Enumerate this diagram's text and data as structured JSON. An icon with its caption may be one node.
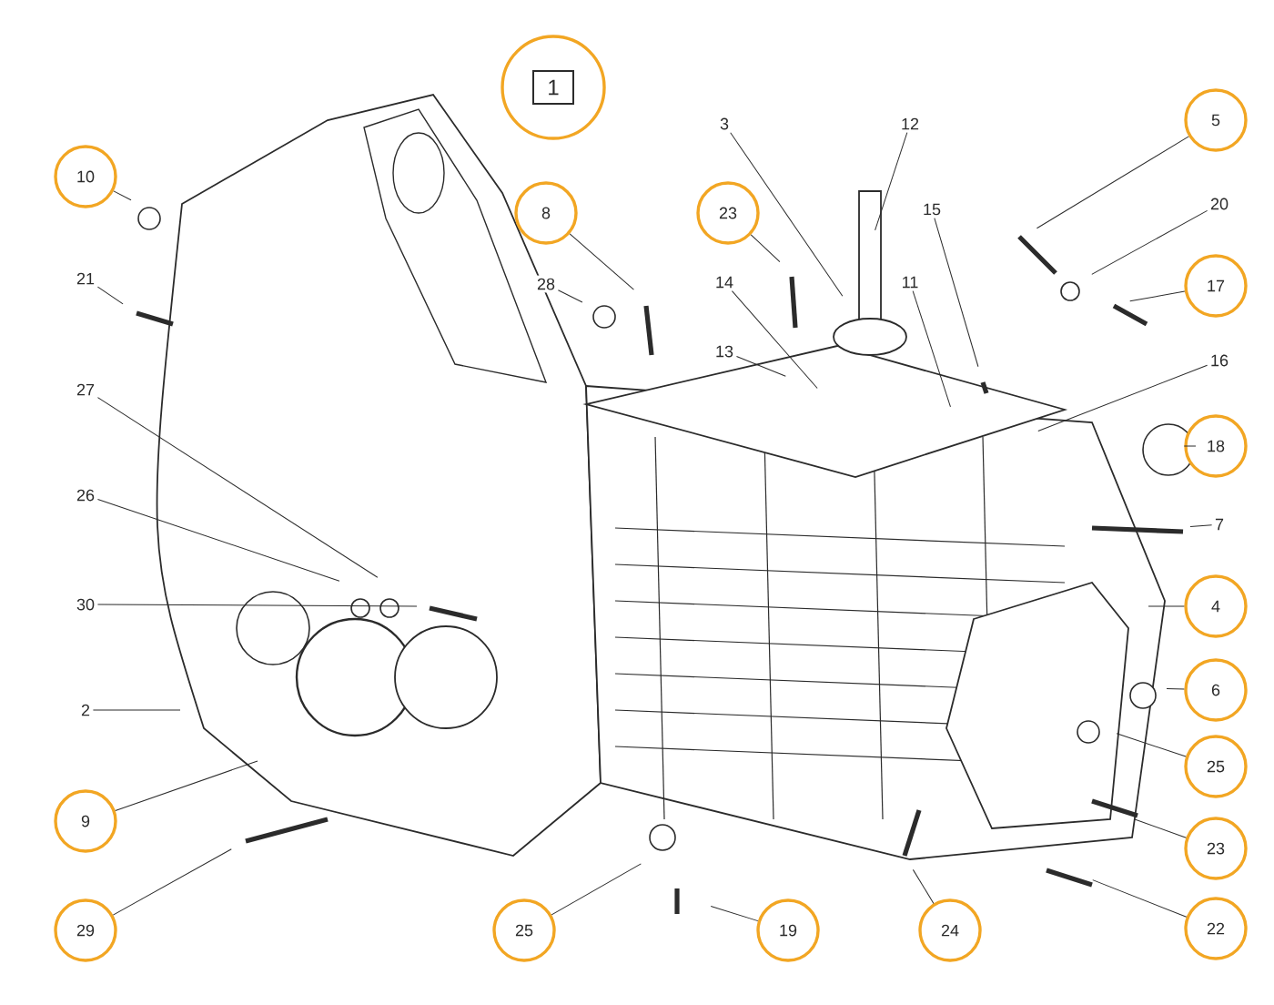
{
  "diagram": {
    "nodes": [
      {
        "text": [
          "1"
        ]
      },
      {
        "text": [
          "10"
        ]
      },
      {
        "text": [
          "21"
        ]
      },
      {
        "text": [
          "27"
        ]
      },
      {
        "text": [
          "26"
        ]
      },
      {
        "text": [
          "30"
        ]
      },
      {
        "text": [
          "2"
        ]
      },
      {
        "text": [
          "9"
        ]
      },
      {
        "text": [
          "29"
        ]
      },
      {
        "text": [
          "8"
        ]
      },
      {
        "text": [
          "28"
        ]
      },
      {
        "text": [
          "23"
        ]
      },
      {
        "text": [
          "3"
        ]
      },
      {
        "text": [
          "12"
        ]
      },
      {
        "text": [
          "14"
        ]
      },
      {
        "text": [
          "13"
        ]
      },
      {
        "text": [
          "15"
        ]
      },
      {
        "text": [
          "11"
        ]
      },
      {
        "text": [
          "5"
        ]
      },
      {
        "text": [
          "20"
        ]
      },
      {
        "text": [
          "17"
        ]
      },
      {
        "text": [
          "16"
        ]
      },
      {
        "text": [
          "18"
        ]
      },
      {
        "text": [
          "7"
        ]
      },
      {
        "text": [
          "4"
        ]
      },
      {
        "text": [
          "6"
        ]
      },
      {
        "text": [
          "25"
        ]
      },
      {
        "text": [
          "23"
        ]
      },
      {
        "text": [
          "22"
        ]
      },
      {
        "text": [
          "24"
        ]
      },
      {
        "text": [
          "19"
        ]
      },
      {
        "text": [
          "25"
        ]
      }
    ],
    "edges": [
      {
        "from": 1,
        "to": null,
        "arrow": "none"
      },
      {
        "from": 2,
        "to": null,
        "arrow": "none"
      },
      {
        "from": 3,
        "to": null,
        "arrow": "none"
      },
      {
        "from": 4,
        "to": null,
        "arrow": "none"
      },
      {
        "from": 5,
        "to": null,
        "arrow": "none"
      },
      {
        "from": 6,
        "to": null,
        "arrow": "none"
      },
      {
        "from": 7,
        "to": null,
        "arrow": "none"
      },
      {
        "from": 8,
        "to": null,
        "arrow": "none"
      },
      {
        "from": 9,
        "to": null,
        "arrow": "none"
      },
      {
        "from": 10,
        "to": null,
        "arrow": "none"
      },
      {
        "from": 11,
        "to": null,
        "arrow": "none"
      },
      {
        "from": 12,
        "to": null,
        "arrow": "none"
      },
      {
        "from": 13,
        "to": null,
        "arrow": "none"
      },
      {
        "from": 14,
        "to": null,
        "arrow": "none"
      },
      {
        "from": 15,
        "to": null,
        "arrow": "none"
      },
      {
        "from": 16,
        "to": null,
        "arrow": "none"
      },
      {
        "from": 17,
        "to": null,
        "arrow": "none"
      },
      {
        "from": 18,
        "to": null,
        "arrow": "none"
      },
      {
        "from": 19,
        "to": null,
        "arrow": "none"
      },
      {
        "from": 20,
        "to": null,
        "arrow": "none"
      },
      {
        "from": 21,
        "to": null,
        "arrow": "none"
      },
      {
        "from": 22,
        "to": null,
        "arrow": "none"
      },
      {
        "from": 23,
        "to": null,
        "arrow": "none"
      },
      {
        "from": 24,
        "to": null,
        "arrow": "none"
      },
      {
        "from": 25,
        "to": null,
        "arrow": "none"
      },
      {
        "from": 26,
        "to": null,
        "arrow": "none"
      },
      {
        "from": 27,
        "to": null,
        "arrow": "none"
      },
      {
        "from": 28,
        "to": null,
        "arrow": "none"
      },
      {
        "from": 29,
        "to": null,
        "arrow": "none"
      },
      {
        "from": 30,
        "to": null,
        "arrow": "none"
      },
      {
        "from": 31,
        "to": null,
        "arrow": "none"
      }
    ]
  }
}
